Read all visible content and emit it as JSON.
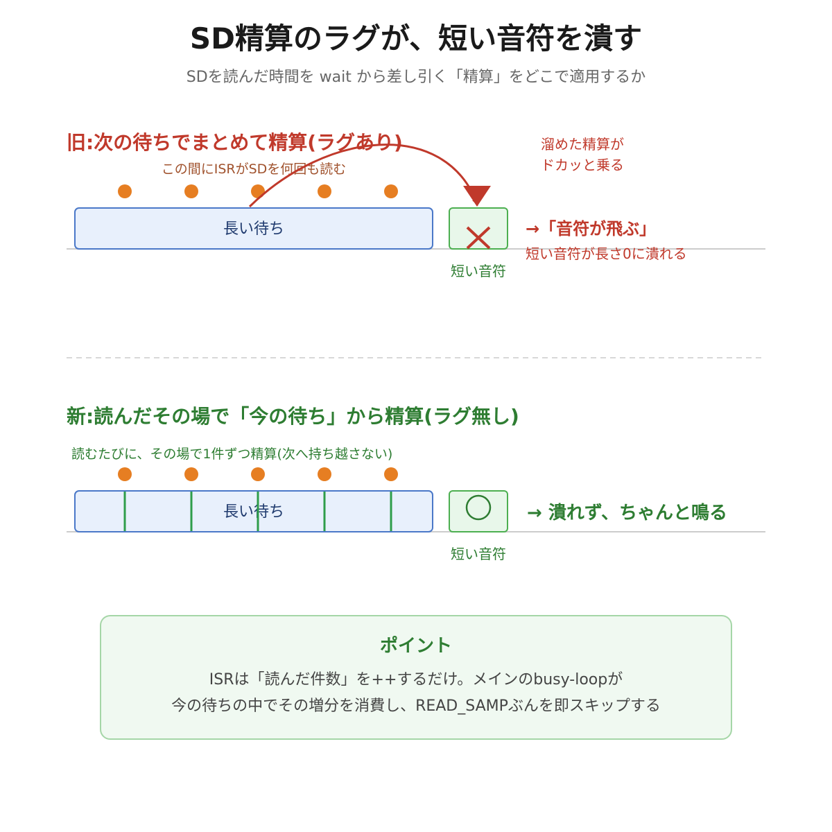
{
  "title": "SD精算のラグが、短い音符を潰す",
  "subtitle": "SDを読んだ時間を wait から差し引く「精算」をどこで適用するか",
  "old": {
    "heading": "旧:次の待ちでまとめて精算(ラグあり)",
    "note": "この間にISRがSDを何回も読む",
    "bar_label": "長い待ち",
    "note_label": "短い音符",
    "note_mark": "✕",
    "callout_lines": [
      "溜めた精算が",
      "ドカッと乗る"
    ],
    "result": "→「音符が飛ぶ」",
    "result_sub": "短い音符が長さ0に潰れる"
  },
  "new": {
    "heading": "新:読んだその場で「今の待ち」から精算(ラグ無し)",
    "note": "読むたびに、その場で1件ずつ精算(次へ持ち越さない)",
    "bar_label": "長い待ち",
    "note_label": "短い音符",
    "note_mark": "◯",
    "result": "→ 潰れず、ちゃんと鳴る"
  },
  "point": {
    "heading": "ポイント",
    "line1": "ISRは「読んだ件数」を++するだけ。メインのbusy-loopが",
    "line2": "今の待ちの中でその増分を消費し、READ_SAMPぶんを即スキップする"
  },
  "colors": {
    "red": "#c0392b",
    "green": "#2e7d32",
    "orange": "#e67e22",
    "bar_fill": "#e8f0fc",
    "bar_stroke": "#4a78c8",
    "note_fill": "#e8f7ea",
    "note_stroke": "#4caf50"
  }
}
